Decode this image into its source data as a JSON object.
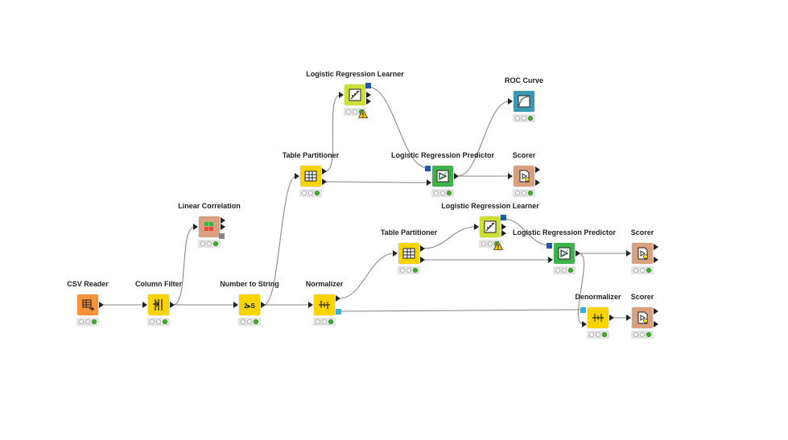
{
  "workflow": {
    "nodes": [
      {
        "id": "csv-reader",
        "label": "CSV Reader",
        "color": "#f7913a",
        "icon": "table-read-icon"
      },
      {
        "id": "column-filter",
        "label": "Column Filter",
        "color": "#f9d400",
        "icon": "filter-icon"
      },
      {
        "id": "linear-correlation",
        "label": "Linear Correlation",
        "color": "#d8a07e",
        "icon": "correlation-matrix-icon"
      },
      {
        "id": "number-to-string",
        "label": "Number to String",
        "color": "#f9d400",
        "icon": "number-to-string-icon"
      },
      {
        "id": "normalizer-1",
        "label": "Normalizer",
        "color": "#f9d400",
        "icon": "normalize-icon"
      },
      {
        "id": "table-partitioner-1",
        "label": "Table Partitioner",
        "color": "#f9d400",
        "icon": "partition-icon"
      },
      {
        "id": "lr-learner-1",
        "label": "Logistic Regression Learner",
        "color": "#cde038",
        "icon": "regression-learner-icon",
        "warning": true
      },
      {
        "id": "lr-predictor-1",
        "label": "Logistic Regression Predictor",
        "color": "#3db34a",
        "icon": "predictor-icon"
      },
      {
        "id": "roc-curve",
        "label": "ROC Curve",
        "color": "#3a99b5",
        "icon": "roc-curve-icon"
      },
      {
        "id": "scorer-1",
        "label": "Scorer",
        "color": "#d8a07e",
        "icon": "scorer-icon"
      },
      {
        "id": "table-partitioner-2",
        "label": "Table Partitioner",
        "color": "#f9d400",
        "icon": "partition-icon"
      },
      {
        "id": "lr-learner-2",
        "label": "Logistic Regression Learner",
        "color": "#cde038",
        "icon": "regression-learner-icon",
        "warning": true
      },
      {
        "id": "lr-predictor-2",
        "label": "Logistic Regression Predictor",
        "color": "#3db34a",
        "icon": "predictor-icon"
      },
      {
        "id": "scorer-2",
        "label": "Scorer",
        "color": "#d8a07e",
        "icon": "scorer-icon"
      },
      {
        "id": "denormalizer",
        "label": "Denormalizer",
        "color": "#f9d400",
        "icon": "denormalize-icon"
      },
      {
        "id": "scorer-3",
        "label": "Scorer",
        "color": "#d8a07e",
        "icon": "scorer-icon"
      }
    ],
    "connections": [
      {
        "from": "csv-reader",
        "to": "column-filter"
      },
      {
        "from": "column-filter",
        "to": "linear-correlation"
      },
      {
        "from": "column-filter",
        "to": "number-to-string"
      },
      {
        "from": "number-to-string",
        "to": "normalizer-1"
      },
      {
        "from": "number-to-string",
        "to": "table-partitioner-1"
      },
      {
        "from": "table-partitioner-1",
        "to": "lr-learner-1"
      },
      {
        "from": "table-partitioner-1",
        "to": "lr-predictor-1"
      },
      {
        "from": "lr-learner-1",
        "to": "lr-predictor-1"
      },
      {
        "from": "lr-predictor-1",
        "to": "roc-curve"
      },
      {
        "from": "lr-predictor-1",
        "to": "scorer-1"
      },
      {
        "from": "normalizer-1",
        "to": "table-partitioner-2"
      },
      {
        "from": "normalizer-1",
        "to": "denormalizer"
      },
      {
        "from": "table-partitioner-2",
        "to": "lr-learner-2"
      },
      {
        "from": "table-partitioner-2",
        "to": "lr-predictor-2"
      },
      {
        "from": "lr-learner-2",
        "to": "lr-predictor-2"
      },
      {
        "from": "lr-predictor-2",
        "to": "scorer-2"
      },
      {
        "from": "lr-predictor-2",
        "to": "denormalizer"
      },
      {
        "from": "denormalizer",
        "to": "scorer-3"
      }
    ]
  }
}
